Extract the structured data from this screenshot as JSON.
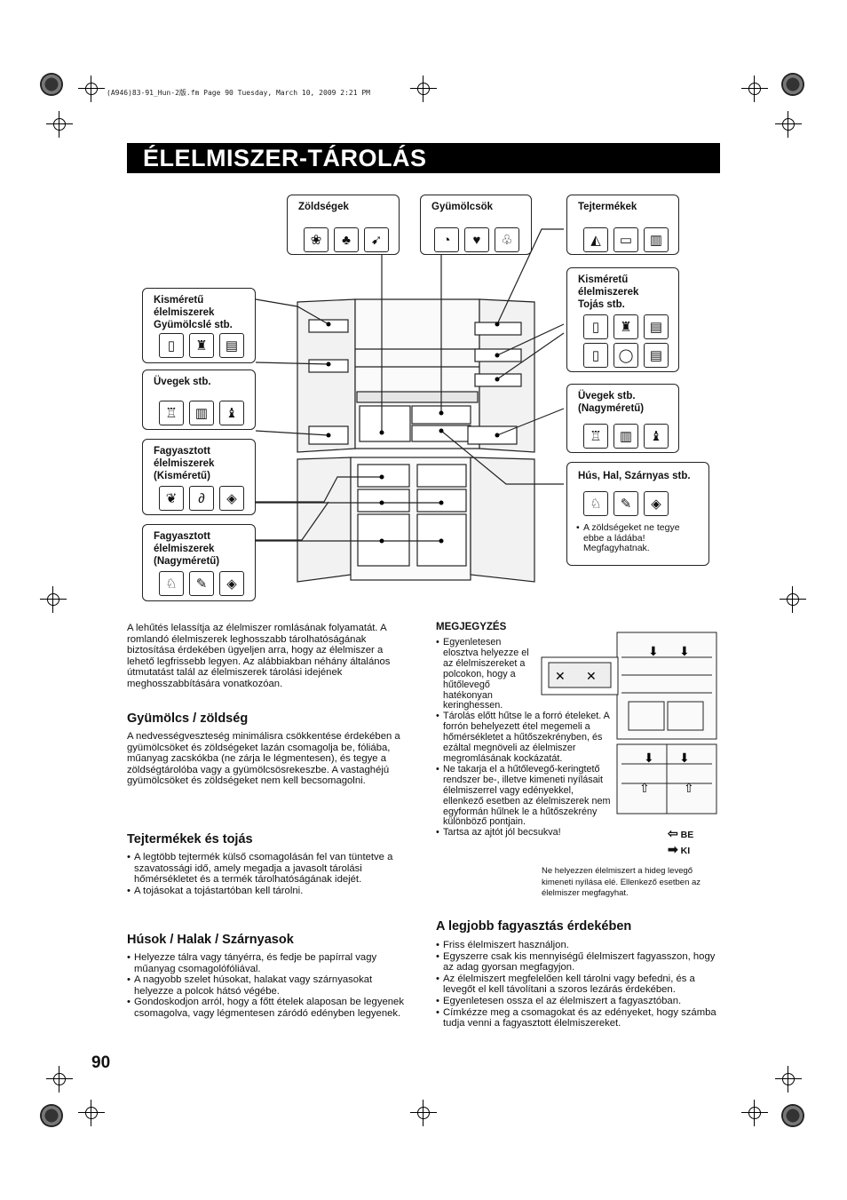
{
  "header": {
    "file_line": "(A946)83-91_Hun-2版.fm  Page 90  Tuesday, March 10, 2009  2:21 PM"
  },
  "title": "ÉLELMISZER-TÁROLÁS",
  "diagram": {
    "labels": {
      "vegetables": "Zöldségek",
      "fruits": "Gyümölcsök",
      "dairy": "Tejtermékek",
      "small_left": [
        "Kisméretű",
        "élelmiszerek",
        "Gyümölcslé stb."
      ],
      "small_right": [
        "Kisméretű",
        "élelmiszerek",
        "Tojás stb."
      ],
      "bottles_left": "Üvegek stb.",
      "bottles_right": [
        "Üvegek stb.",
        "(Nagyméretű)"
      ],
      "frozen_small": [
        "Fagyasztott",
        "élelmiszerek",
        "(Kisméretű)"
      ],
      "frozen_large": [
        "Fagyasztott",
        "élelmiszerek",
        "(Nagyméretű)"
      ],
      "meat": "Hús, Hal, Szárnyas stb.",
      "meat_note": [
        "A zöldségeket ne tegye",
        "ebbe a ládába!",
        "Megfagyhatnak."
      ]
    },
    "icons": {
      "vegetables": [
        "broccoli-icon",
        "pepper-icon",
        "carrot-icon"
      ],
      "fruits": [
        "orange-slice-icon",
        "strawberry-icon",
        "cherry-icon"
      ],
      "dairy": [
        "cheese-icon",
        "butter-icon",
        "milk-carton-icon"
      ],
      "small_left": [
        "can-icon",
        "bottle-icon",
        "carton-icon"
      ],
      "small_right": [
        "can-icon",
        "bottle-icon",
        "carton-icon",
        "can-icon",
        "egg-icon",
        "carton-icon"
      ],
      "bottles_left": [
        "jug-icon",
        "milk-carton-icon",
        "wine-bottle-icon"
      ],
      "bottles_right": [
        "jug-icon",
        "milk-carton-icon",
        "wine-bottle-icon"
      ],
      "frozen_small": [
        "drumstick-icon",
        "shrimp-icon",
        "fish-icon"
      ],
      "frozen_large": [
        "chicken-icon",
        "meat-cut-icon",
        "fish-icon"
      ],
      "meat": [
        "chicken-icon",
        "meat-cut-icon",
        "fish-icon"
      ]
    }
  },
  "intro": "A lehűtés lelassítja az élelmiszer romlásának folyamatát. A romlandó élelmiszerek leghosszabb tárolhatóságának biztosítása érdekében ügyeljen arra, hogy az élelmiszer a lehető legfrissebb legyen. Az alábbiakban néhány általános útmutatást talál az élelmiszerek tárolási idejének meghosszabbítására vonatkozóan.",
  "sections": {
    "fruit": {
      "heading": "Gyümölcs / zöldség",
      "text": "A nedvességveszteség minimálisra csökkentése érdekében a gyümölcsöket és zöldségeket lazán csomagolja be, fóliába, műanyag zacskókba (ne zárja le légmentesen), és tegye a zöldségtárolóba vagy a gyümölcsösrekeszbe. A vastaghéjú gyümölcsöket és zöldségeket nem kell becsomagolni."
    },
    "dairy": {
      "heading": "Tejtermékek és tojás",
      "items": [
        "A legtöbb tejtermék külső csomagolásán fel van tüntetve a szavatossági idő, amely megadja a javasolt tárolási hőmérsékletet és a termék tárolhatóságának idejét.",
        "A tojásokat a tojástartóban kell tárolni."
      ]
    },
    "meat": {
      "heading": "Húsok / Halak / Szárnyasok",
      "items": [
        "Helyezze tálra vagy tányérra, és fedje be papírral vagy műanyag csomagolófóliával.",
        "A nagyobb szelet húsokat, halakat vagy szárnyasokat helyezze a polcok hátsó végébe.",
        "Gondoskodjon arról, hogy a főtt ételek alaposan be legyenek csomagolva, vagy légmentesen záródó edényben legyenek."
      ]
    },
    "note": {
      "heading": "MEGJEGYZÉS",
      "items": [
        "Egyenletesen elosztva helyezze el az élelmiszereket a polcokon, hogy a hűtőlevegő hatékonyan keringhessen.",
        "Tárolás előtt hűtse le a forró ételeket. A forrón behelyezett étel megemeli a hőmérsékletet a hűtőszekrényben, és ezáltal megnöveli az élelmiszer megromlásának kockázatát.",
        "Ne takarja el a hűtőlevegő-keringtető rendszer be-, illetve kimeneti nyílásait élelmiszerrel vagy edényekkel, ellenkező esetben az élelmiszerek nem egyformán hűlnek le a hűtőszekrény különböző pontjain.",
        "Tartsa az ajtót jól becsukva!"
      ],
      "legend_in": "BE",
      "legend_out": "KI",
      "caption": "Ne helyezzen élelmiszert a hideg levegő kimeneti nyílása elé. Ellenkező esetben az élelmiszer megfagyhat."
    },
    "freezing": {
      "heading": "A legjobb fagyasztás érdekében",
      "items": [
        "Friss élelmiszert használjon.",
        "Egyszerre csak kis mennyiségű élelmiszert fagyasszon, hogy az adag gyorsan megfagyjon.",
        "Az élelmiszert megfelelően kell tárolni vagy befedni, és a levegőt el kell távolítani a szoros lezárás érdekében.",
        "Egyenletesen ossza el az élelmiszert a fagyasztóban.",
        "Címkézze meg a csomagokat és az edényeket, hogy számba tudja venni a fagyasztott élelmiszereket."
      ]
    }
  },
  "page_number": "90"
}
